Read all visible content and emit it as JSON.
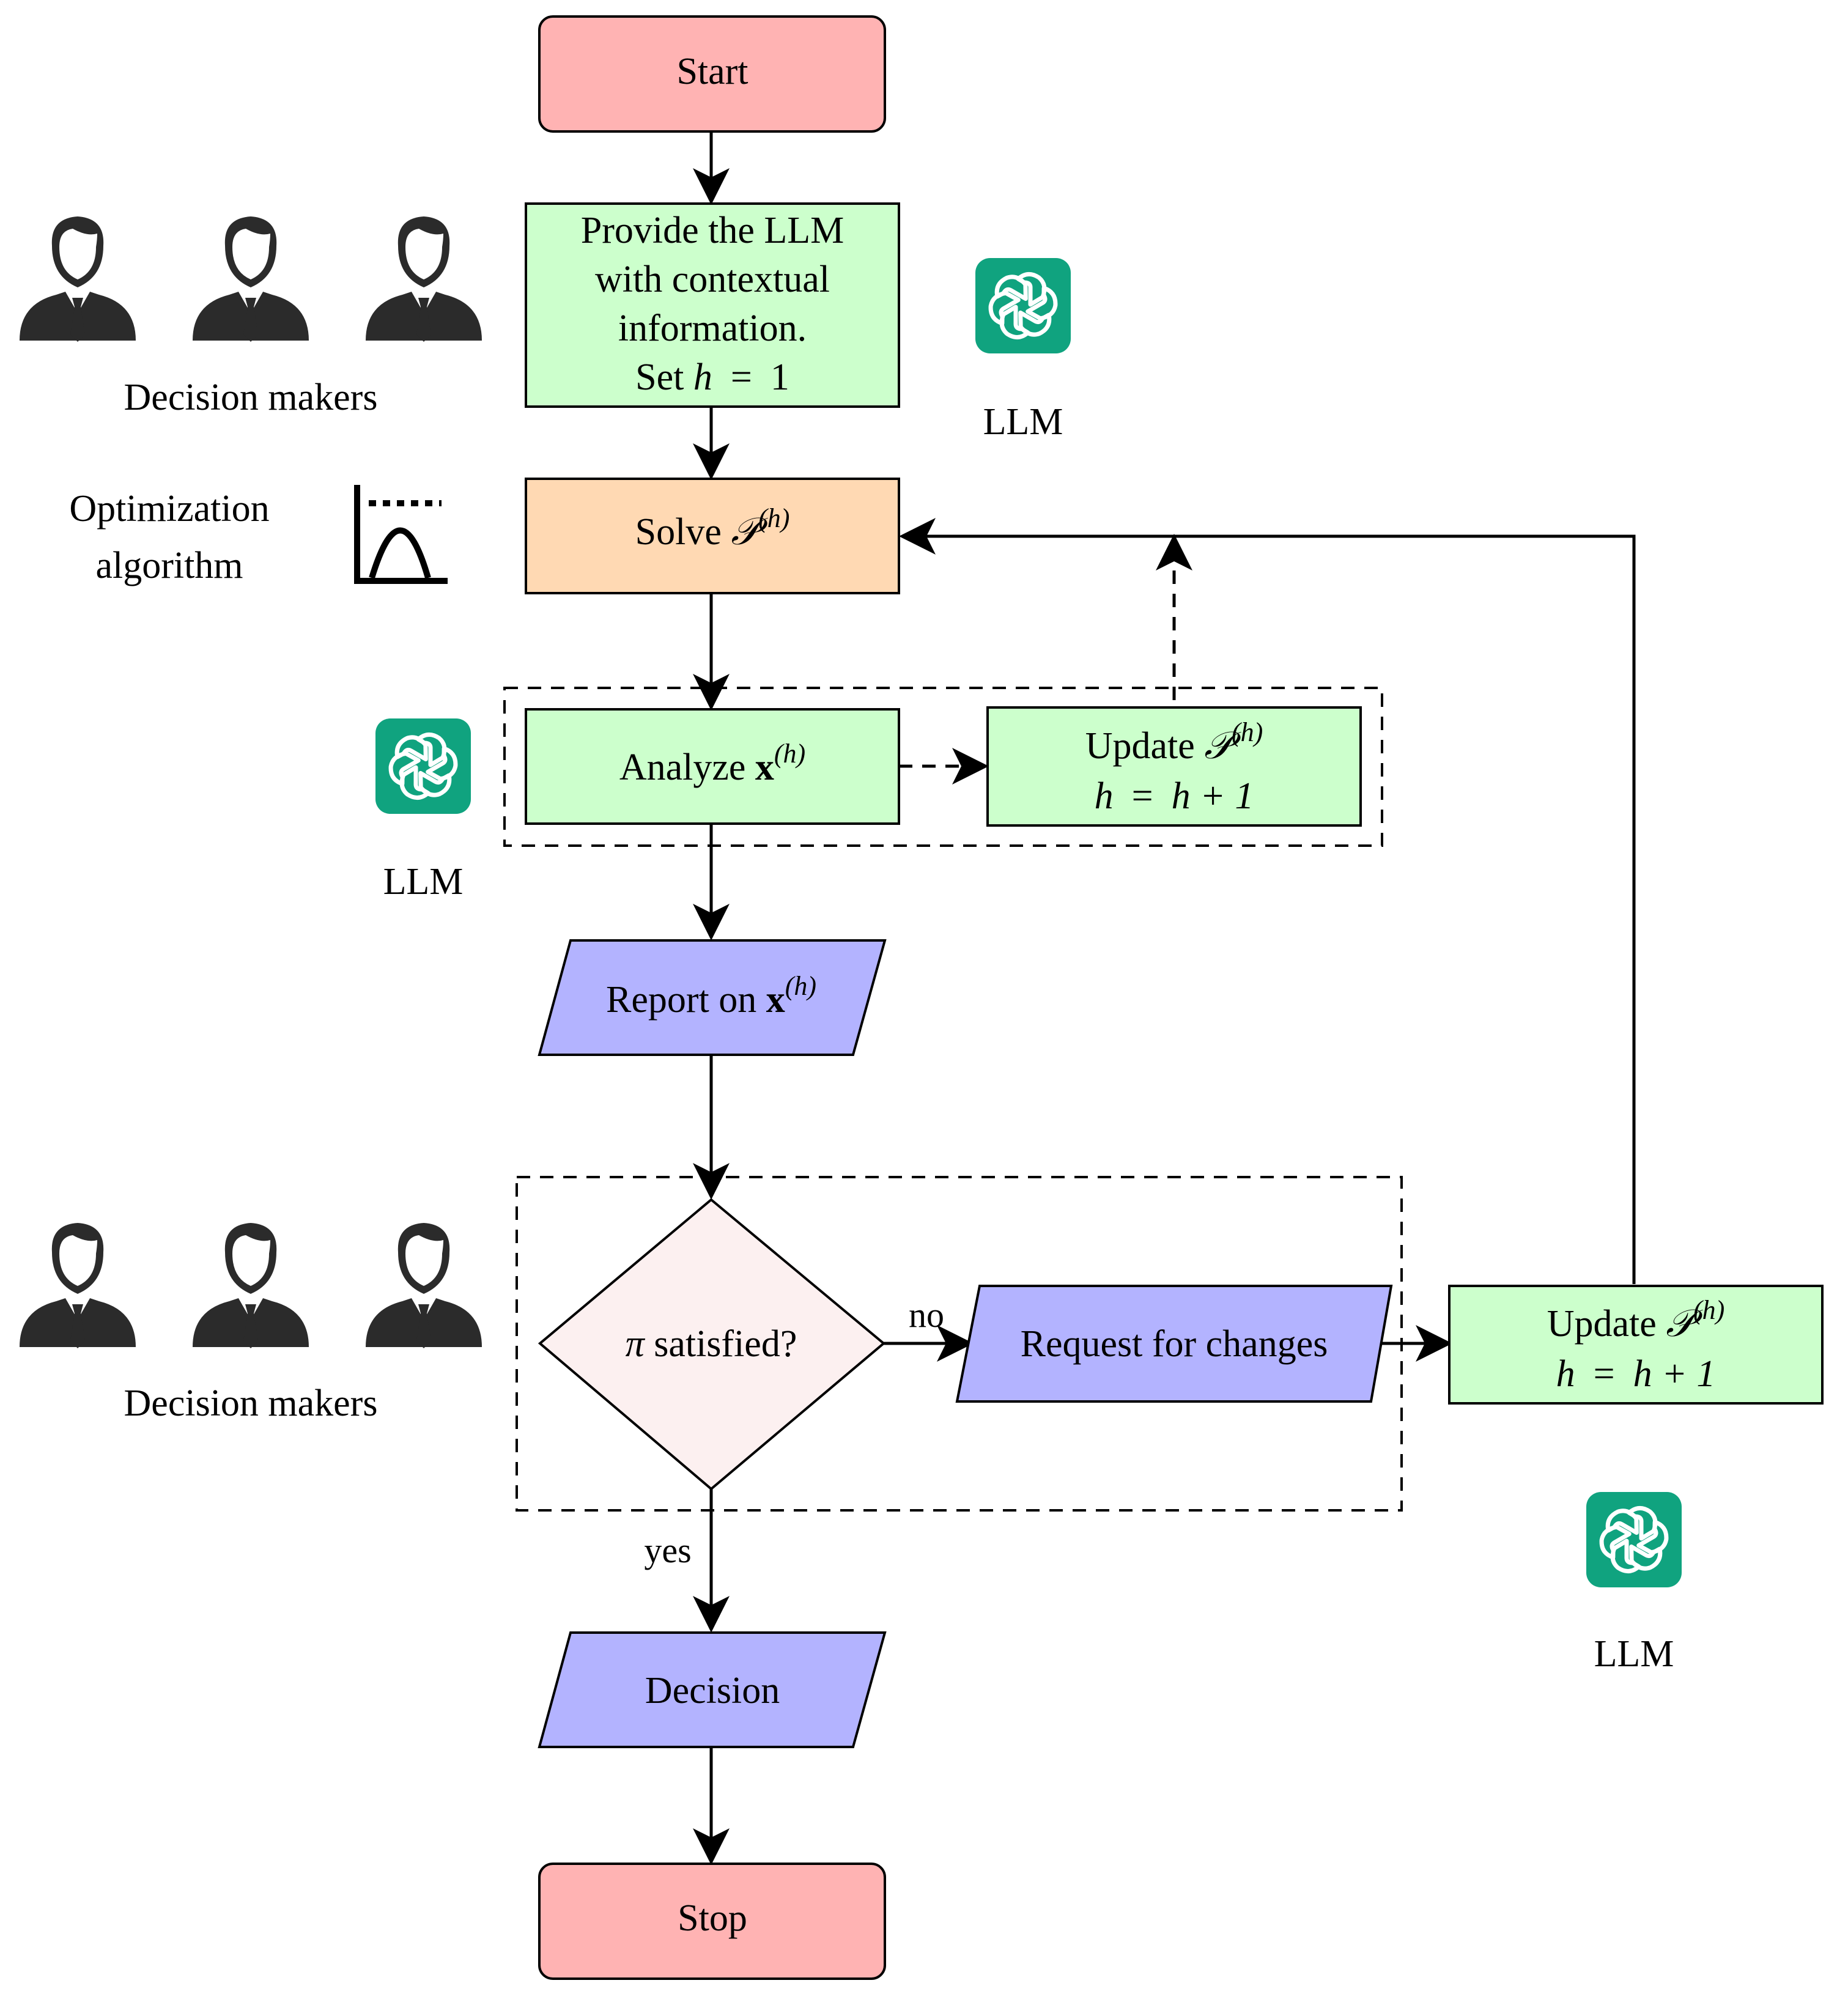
{
  "nodes": {
    "start": "Start",
    "provide": {
      "line1": "Provide the LLM",
      "line2": "with contextual",
      "line3": "information.",
      "line4_pre": "Set ",
      "line4_var": "h",
      "line4_eq": "=",
      "line4_val": "1"
    },
    "solve": {
      "text": "Solve ",
      "sym": "𝒫",
      "sup": "(h)"
    },
    "analyze": {
      "text": "Analyze ",
      "sym": "x",
      "sup": "(h)"
    },
    "update_top": {
      "line1": "Update ",
      "sym": "𝒫",
      "sup": "(h)",
      "var": "h",
      "eq": "=",
      "rhs": "h + 1"
    },
    "report": {
      "text": "Report on ",
      "sym": "x",
      "sup": "(h)"
    },
    "decision_q": {
      "sym": "π",
      "text": " satisfied?"
    },
    "request": "Request for changes",
    "update_right": {
      "line1": "Update ",
      "sym": "𝒫",
      "sup": "(h)",
      "var": "h",
      "eq": "=",
      "rhs": "h + 1"
    },
    "decision": "Decision",
    "stop": "Stop"
  },
  "edge_labels": {
    "no": "no",
    "yes": "yes"
  },
  "side_labels": {
    "decision_makers_top": "Decision makers",
    "decision_makers_bottom": "Decision makers",
    "optimization": {
      "line1": "Optimization",
      "line2": "algorithm"
    },
    "llm_top": "LLM",
    "llm_middle": "LLM",
    "llm_bottom": "LLM"
  },
  "icons": {
    "person": "businessman-icon",
    "llm": "openai-logo-icon",
    "optimization": "parabola-chart-icon"
  },
  "colors": {
    "terminal": "#ffb3b3",
    "process_green": "#ccffcc",
    "solve_orange": "#ffd9b3",
    "io_blue": "#b3b3ff",
    "decision_pink": "#fcf0f0",
    "llm_teal": "#10a37f",
    "person_dark": "#2b2b2b"
  }
}
